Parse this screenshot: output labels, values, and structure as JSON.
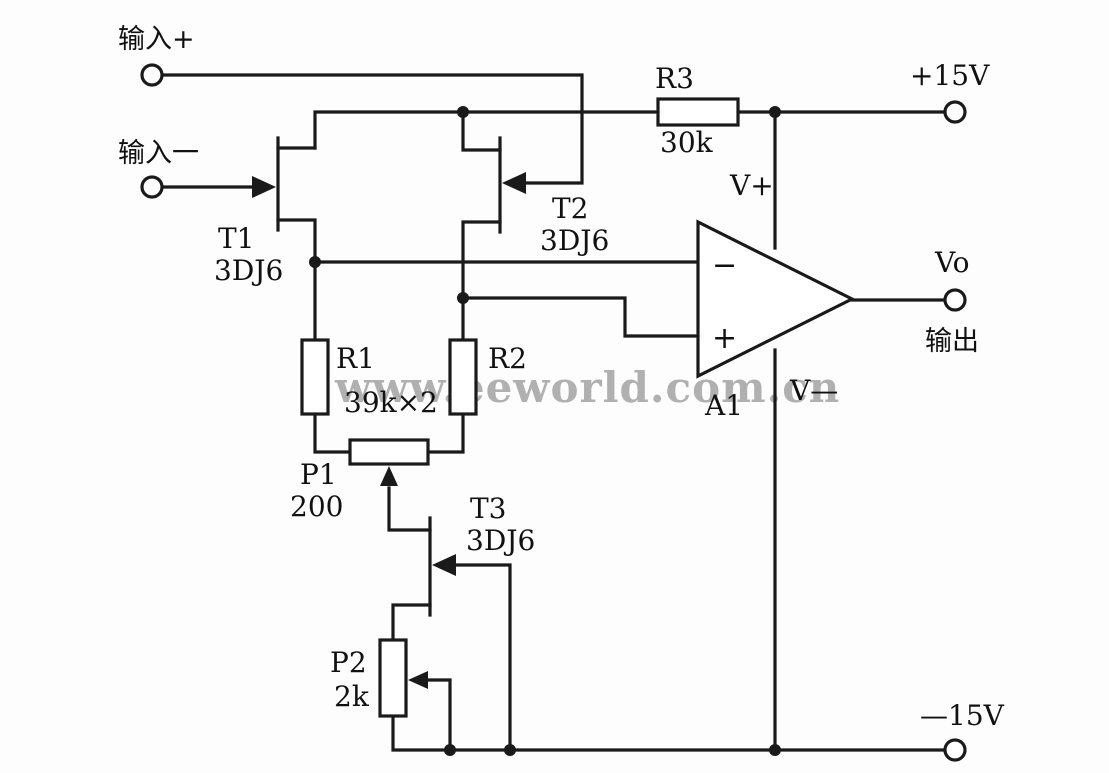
{
  "labels": {
    "input_plus": "输入+",
    "input_minus": "输入一",
    "vplus_supply": "+15V",
    "vminus_supply": "—15V",
    "r3_name": "R3",
    "r3_value": "30k",
    "vplus_pin": "V+",
    "vminus_pin": "V—",
    "t1_name": "T1",
    "t1_type": "3DJ6",
    "t2_name": "T2",
    "t2_type": "3DJ6",
    "t3_name": "T3",
    "t3_type": "3DJ6",
    "opamp_name": "A1",
    "opamp_minus": "−",
    "opamp_plus": "+",
    "vo": "Vo",
    "output": "输出",
    "r1_name": "R1",
    "r2_name": "R2",
    "r12_value": "39k×2",
    "p1_name": "P1",
    "p1_value": "200",
    "p2_name": "P2",
    "p2_value": "2k"
  },
  "watermark": "www.eeworld.com.cn",
  "colors": {
    "ink": "#1a1a1a",
    "watermark": "#b0b0b0",
    "background": "#fdfdfd"
  }
}
